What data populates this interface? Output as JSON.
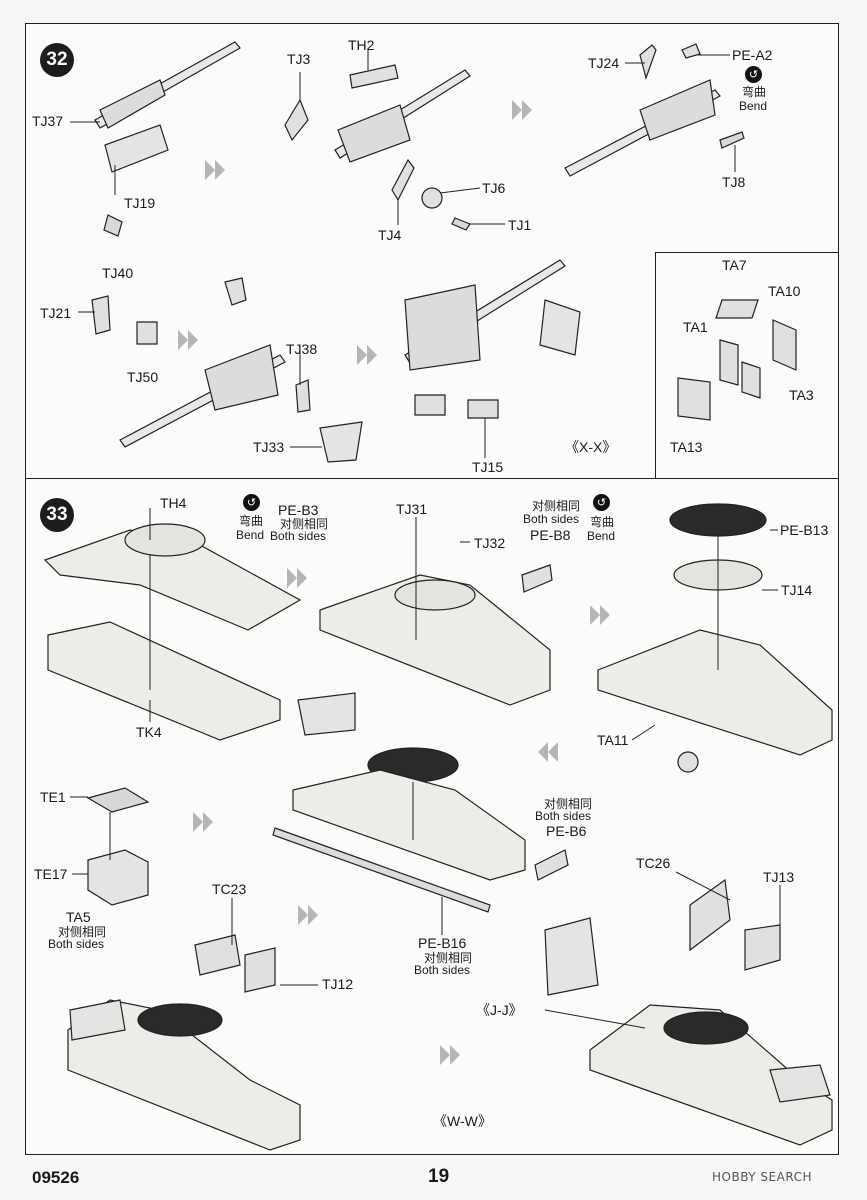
{
  "step32": {
    "number": "32",
    "labels": {
      "tj37": "TJ37",
      "tj19": "TJ19",
      "tj40": "TJ40",
      "tj3": "TJ3",
      "th2": "TH2",
      "tj6": "TJ6",
      "tj1": "TJ1",
      "tj4": "TJ4",
      "tj24": "TJ24",
      "pe_a2": "PE-A2",
      "tj8": "TJ8",
      "tj21": "TJ21",
      "tj50": "TJ50",
      "tj38": "TJ38",
      "tj33": "TJ33",
      "tj15": "TJ15",
      "view_xx": "《X-X》"
    },
    "bend": {
      "cn": "弯曲",
      "en": "Bend"
    },
    "inset": {
      "ta7": "TA7",
      "ta10": "TA10",
      "ta1": "TA1",
      "ta3": "TA3",
      "ta13": "TA13"
    }
  },
  "step33": {
    "number": "33",
    "labels": {
      "th4": "TH4",
      "tk4": "TK4",
      "pe_b3": "PE-B3",
      "tj31": "TJ31",
      "tj32": "TJ32",
      "pe_b8": "PE-B8",
      "pe_b13": "PE-B13",
      "tj14": "TJ14",
      "ta11": "TA11",
      "te1": "TE1",
      "te17": "TE17",
      "ta5": "TA5",
      "pe_b6": "PE-B6",
      "pe_b16": "PE-B16",
      "tc23": "TC23",
      "tj12": "TJ12",
      "tc26": "TC26",
      "tj13": "TJ13",
      "view_jj": "《J-J》",
      "view_ww": "《W-W》"
    },
    "bend_left": {
      "cn": "弯曲",
      "en": "Bend"
    },
    "bend_right": {
      "cn": "弯曲",
      "en": "Bend"
    },
    "both_sides": {
      "cn": "对侧相同",
      "en": "Both sides"
    }
  },
  "footer": {
    "code": "09526",
    "page": "19",
    "watermark": "HOBBY SEARCH"
  },
  "icons": [
    "bend-icon",
    "direction-arrow-icon",
    "step-badge-icon"
  ]
}
